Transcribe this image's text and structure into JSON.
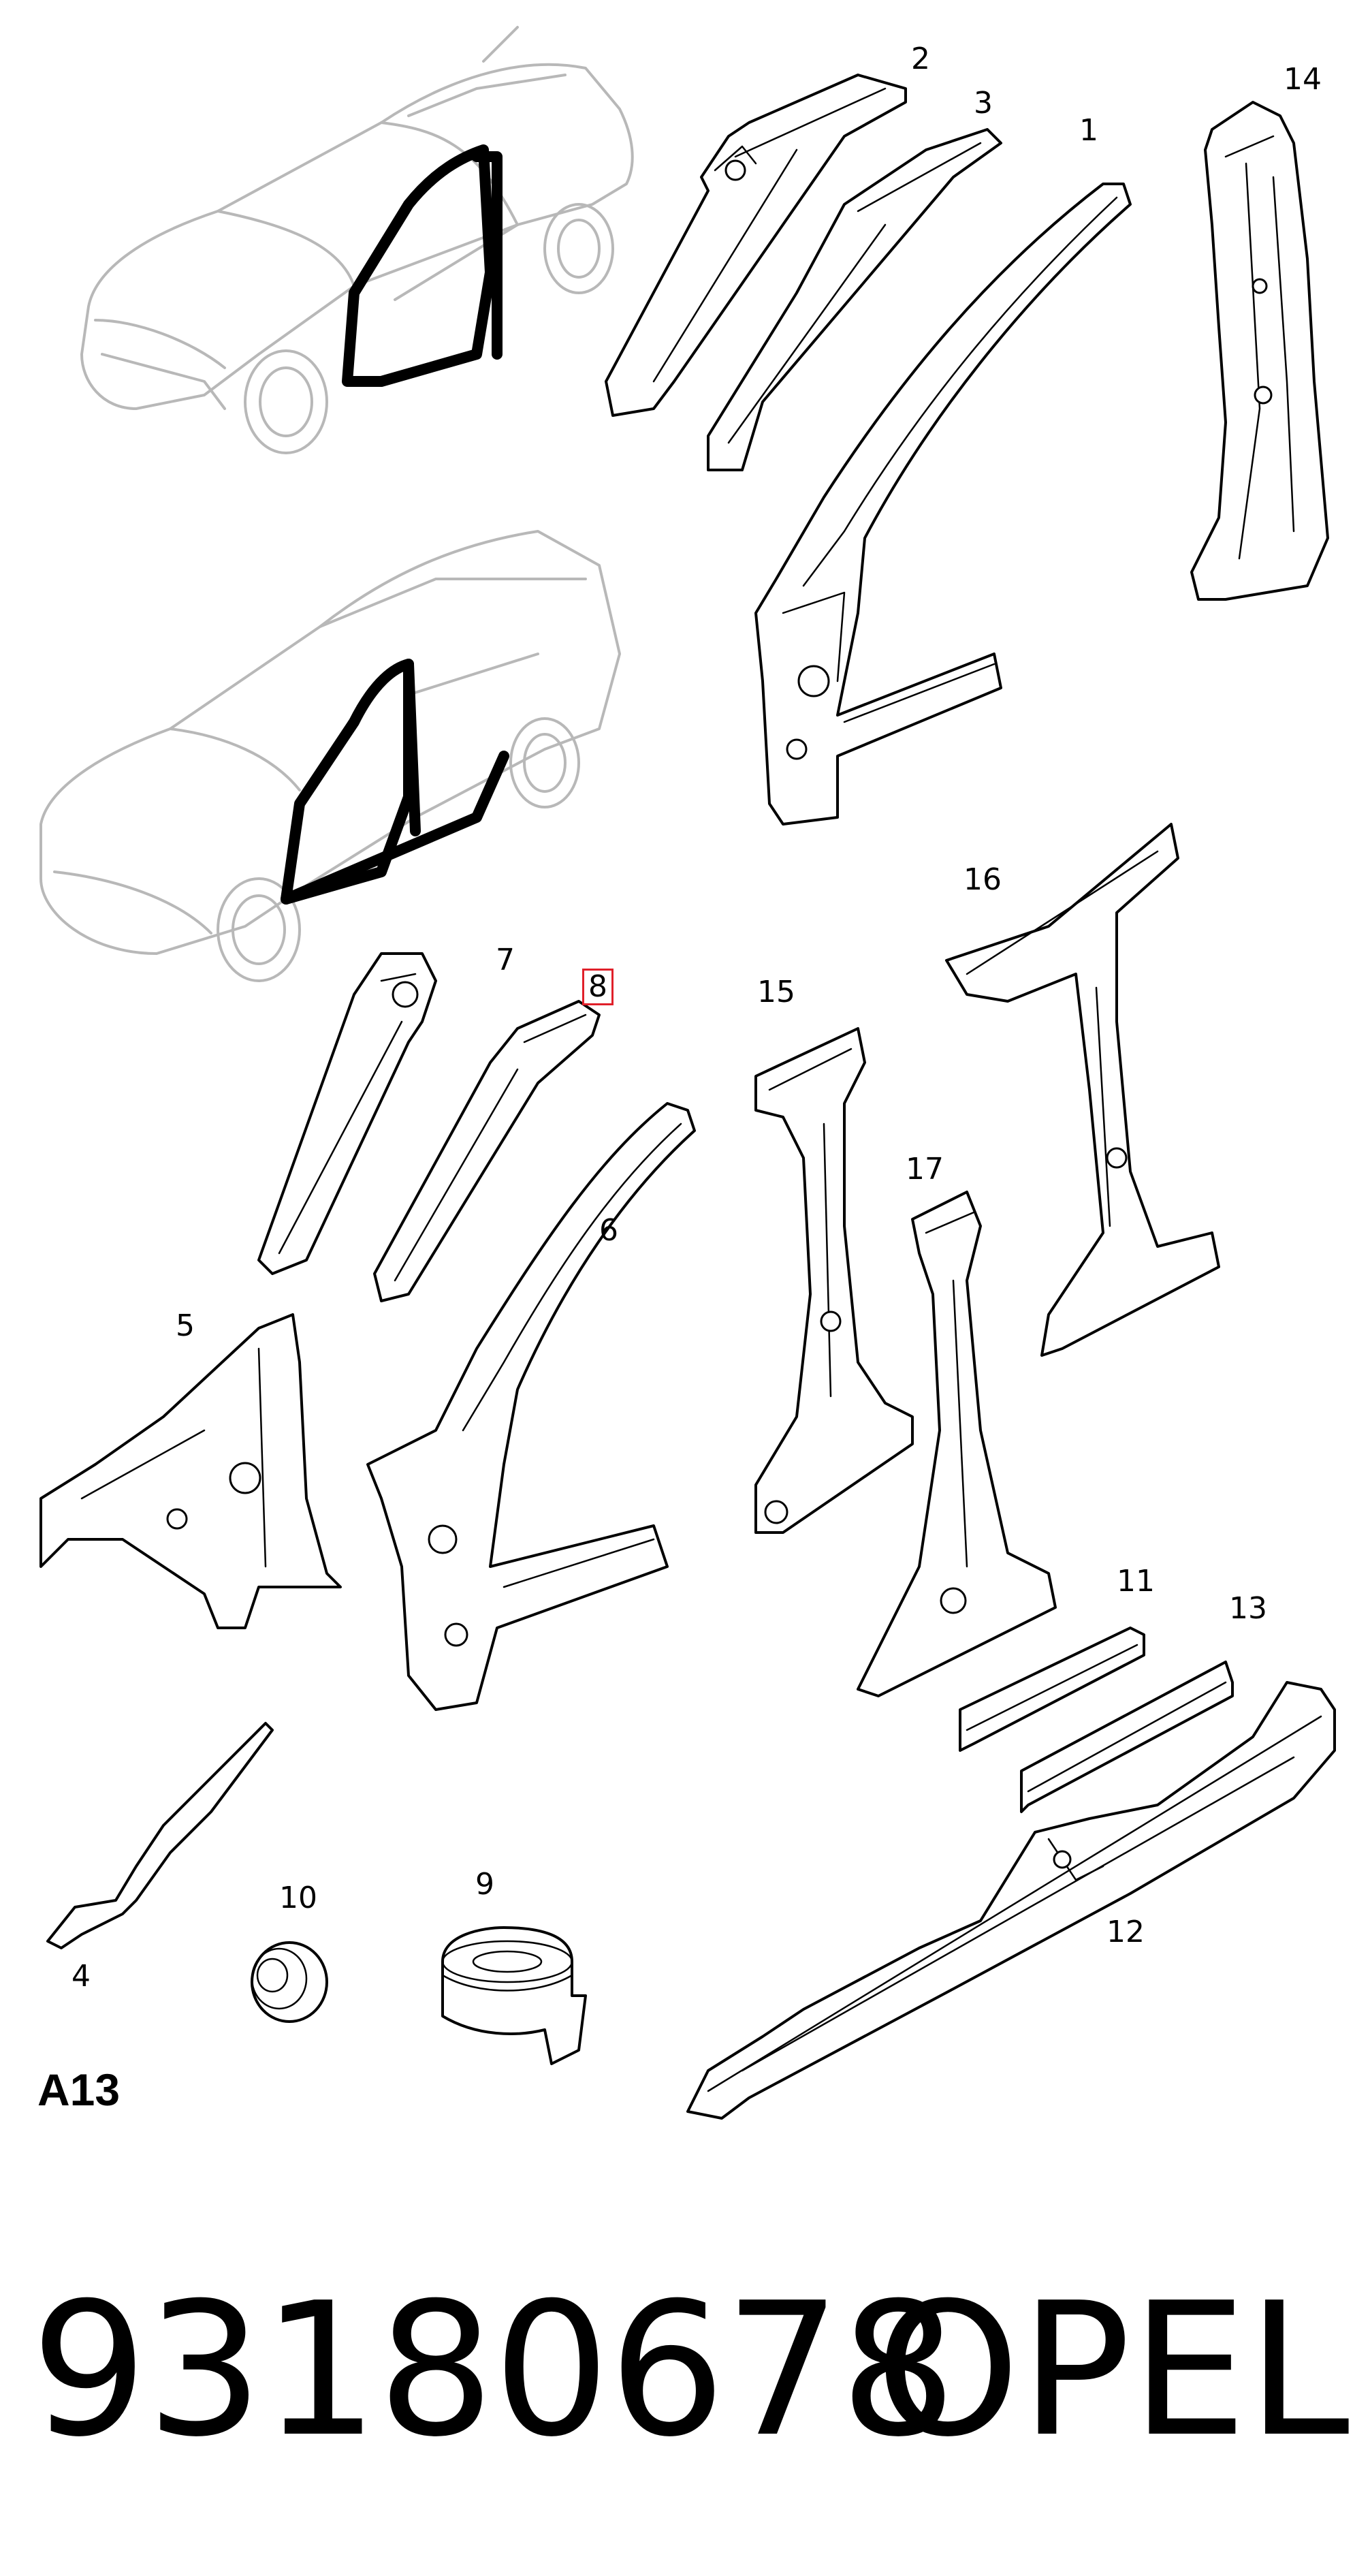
{
  "diagram": {
    "callouts": {
      "c1": "1",
      "c2": "2",
      "c3": "3",
      "c4": "4",
      "c5": "5",
      "c6": "6",
      "c7": "7",
      "c8": "8",
      "c9": "9",
      "c10": "10",
      "c11": "11",
      "c12": "12",
      "c13": "13",
      "c14": "14",
      "c15": "15",
      "c16": "16",
      "c17": "17"
    },
    "highlighted_callout": "8",
    "highlight_color": "#e0202a",
    "line_color": "#000000",
    "ghost_line_color": "#b8b8b8",
    "section_code": "A13"
  },
  "footer": {
    "part_number": "93180678",
    "brand": "OPEL"
  }
}
